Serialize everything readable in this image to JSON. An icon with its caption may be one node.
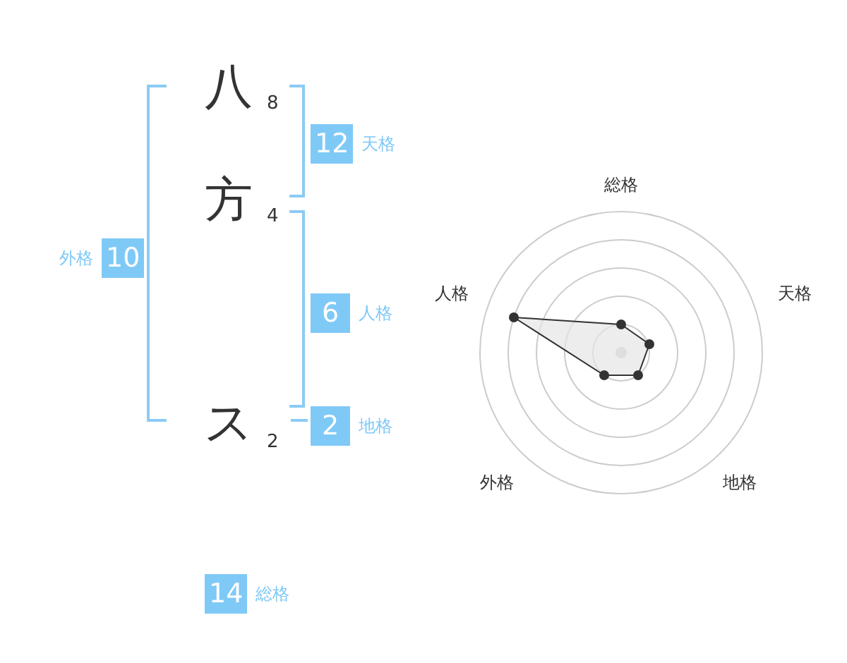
{
  "diagram": {
    "nodes": [
      {
        "text": [
          "12"
        ],
        "beside": [
          "天格"
        ]
      },
      {
        "text": [
          "10"
        ],
        "beside": [
          "外格"
        ]
      },
      {
        "text": [
          "6"
        ],
        "beside": [
          "人格"
        ]
      },
      {
        "text": [
          "2"
        ],
        "beside": [
          "地格"
        ]
      },
      {
        "text": [
          "14"
        ],
        "beside": [
          "総格"
        ]
      }
    ],
    "labels": [
      "八",
      "8",
      "方",
      "4",
      "ス",
      "2",
      "総格",
      "人格",
      "天格",
      "外格",
      "地格"
    ]
  }
}
